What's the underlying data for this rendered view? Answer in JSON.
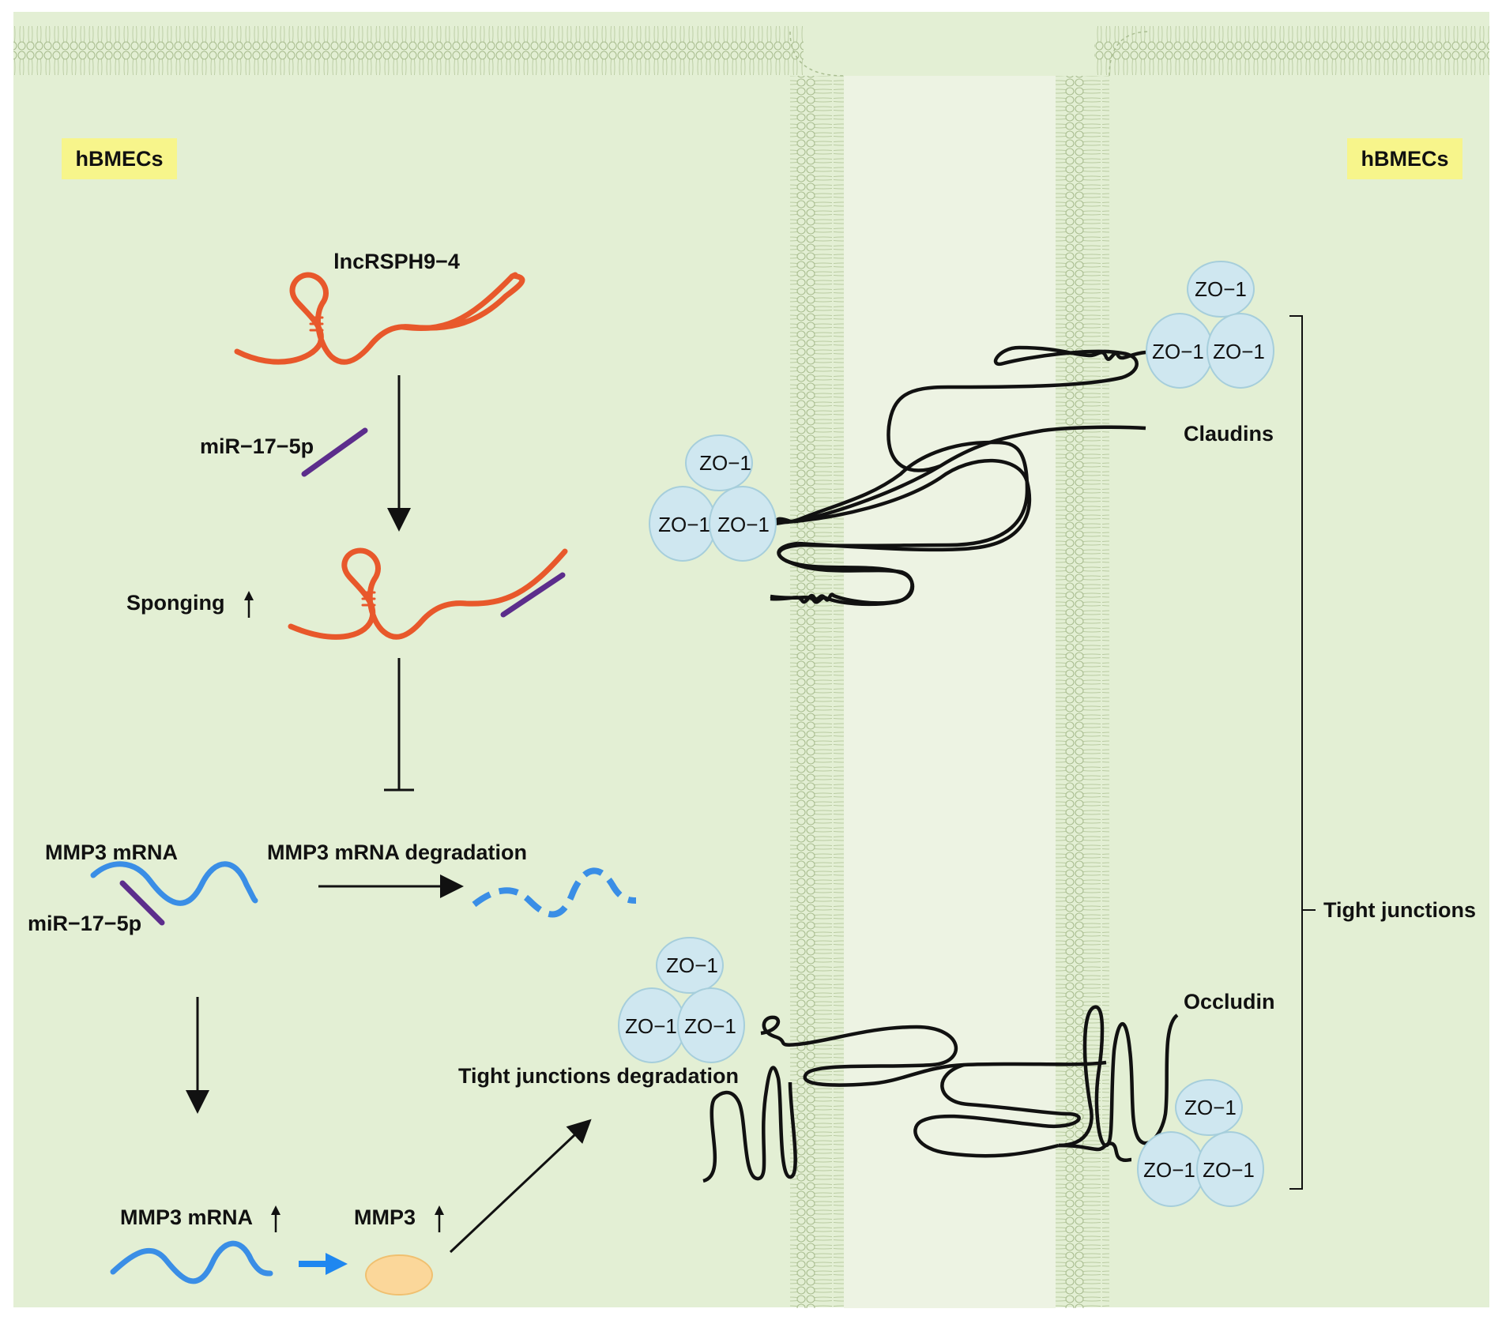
{
  "cell_labels": {
    "left": "hBMECs",
    "right": "hBMECs"
  },
  "rna": {
    "lncrna": "lncRSPH9−4",
    "mirna_top": "miR−17−5p",
    "sponging": "Sponging",
    "mmp3_mrna": "MMP3 mRNA",
    "mirna_bottom": "miR−17−5p",
    "degradation": "MMP3 mRNA degradation",
    "mmp3_mrna_up": "MMP3 mRNA",
    "mmp3_up": "MMP3",
    "tj_degradation": "Tight junctions degradation"
  },
  "proteins": {
    "zo1": "ZO−1",
    "claudins": "Claudins",
    "occludin": "Occludin",
    "tight_junctions": "Tight junctions"
  },
  "colors": {
    "background": "#e3efd4",
    "intercellular_space": "#edf3e3",
    "membrane": "#b9cba1",
    "label_box": "#f7f58b",
    "lncrna": "#e8582b",
    "mirna": "#5c2d8c",
    "mrna": "#3a8ee6",
    "arrow_blue": "#1f87f0",
    "zo1_fill": "#cfe7f0",
    "mmp3_fill": "#fbd79a"
  }
}
